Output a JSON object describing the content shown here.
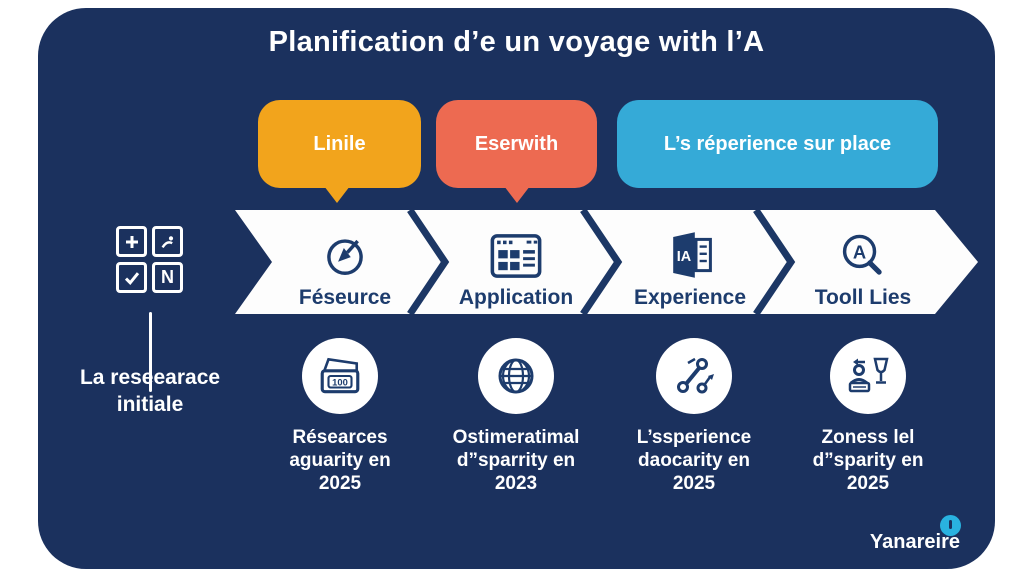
{
  "title": "Planification d’e un voyage with l’A",
  "bubbles": [
    {
      "label": "Linile",
      "color": "#f2a41c"
    },
    {
      "label": "Eserwith",
      "color": "#ed6a51"
    },
    {
      "label": "L’s réperience sur place",
      "color": "#35aad7"
    }
  ],
  "left_panel": {
    "grid_icons": [
      "plus-icon",
      "photo-person-icon",
      "check-icon",
      "letter-n-icon"
    ],
    "letter_n": "N",
    "caption_line1": "La reseearace",
    "caption_line2": "initiale"
  },
  "process_steps": [
    {
      "label": "Féseurce",
      "icon": "clock-arrow-icon"
    },
    {
      "label": "Application",
      "icon": "app-window-icon"
    },
    {
      "label": "Experience",
      "icon": "ia-document-icon",
      "icon_letter": "IA"
    },
    {
      "label": "Tooll Lies",
      "icon": "search-a-icon",
      "icon_letter": "A"
    }
  ],
  "stats": [
    {
      "icon": "wallet-100-icon",
      "icon_label": "100",
      "lines": [
        "Résearces",
        "aguarity en",
        "2025"
      ]
    },
    {
      "icon": "globe-icon",
      "lines": [
        "Ostimeratimal",
        "d”sparrity en",
        "2023"
      ]
    },
    {
      "icon": "route-icon",
      "lines": [
        "L’ssperience",
        "daocarity en",
        "2025"
      ]
    },
    {
      "icon": "person-glass-icon",
      "lines": [
        "Zoness lel",
        "d”sparity en",
        "2025"
      ]
    }
  ],
  "watermark": "Yanareire",
  "colors": {
    "card_navy": "#1b315e",
    "accent_navy": "#1d3c6d",
    "orange": "#f2a41c",
    "coral": "#ed6a51",
    "sky_blue": "#35aad7",
    "badge_cyan": "#29b2e0",
    "band_white": "#fdfdfd",
    "text_white": "#ffffff"
  }
}
